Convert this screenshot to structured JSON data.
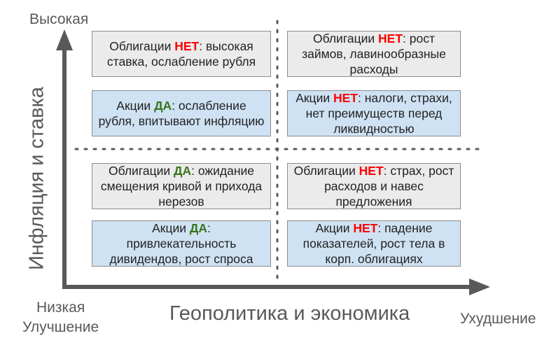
{
  "axes": {
    "y_title": "Инфляция и ставка",
    "y_high": "Высокая",
    "x_title": "Геополитика и экономика",
    "x_low_line1": "Низкая",
    "x_low_line2": "Улучшение",
    "x_high": "Ухудшение"
  },
  "colors": {
    "yes": "#38761d",
    "no": "#ff0000",
    "axis": "#595959",
    "bond_box": "#ebebeb",
    "stock_box": "#cfe2f3"
  },
  "cells": [
    {
      "id": "top-left-bonds",
      "style": "gray",
      "asset": "Облигации",
      "verdict": "НЕТ",
      "verdict_color": "#ff0000",
      "text": ": высокая ставка, ослабление рубля"
    },
    {
      "id": "top-left-stocks",
      "style": "blue",
      "asset": "Акции",
      "verdict": "ДА",
      "verdict_color": "#38761d",
      "text": ": ослабление рубля, впитывают инфляцию"
    },
    {
      "id": "top-right-bonds",
      "style": "gray",
      "asset": "Облигации",
      "verdict": "НЕТ",
      "verdict_color": "#ff0000",
      "text": ": рост займов, лавинообразные расходы"
    },
    {
      "id": "top-right-stocks",
      "style": "blue",
      "asset": "Акции",
      "verdict": "НЕТ",
      "verdict_color": "#ff0000",
      "text": ": налоги, страхи, нет преимуществ перед ликвидностью"
    },
    {
      "id": "bottom-left-bonds",
      "style": "gray",
      "asset": "Облигации",
      "verdict": "ДА",
      "verdict_color": "#38761d",
      "text": ": ожидание смещения кривой и прихода нерезов"
    },
    {
      "id": "bottom-left-stocks",
      "style": "blue",
      "asset": "Акции",
      "verdict": "ДА",
      "verdict_color": "#38761d",
      "text": ": привлекательность дивидендов, рост спроса"
    },
    {
      "id": "bottom-right-bonds",
      "style": "gray",
      "asset": "Облигации",
      "verdict": "НЕТ",
      "verdict_color": "#ff0000",
      "text": ": страх, рост расходов и навес предложения"
    },
    {
      "id": "bottom-right-stocks",
      "style": "blue",
      "asset": "Акции",
      "verdict": "НЕТ",
      "verdict_color": "#ff0000",
      "text": ": падение показателей, рост тела в корп. облигациях"
    }
  ]
}
